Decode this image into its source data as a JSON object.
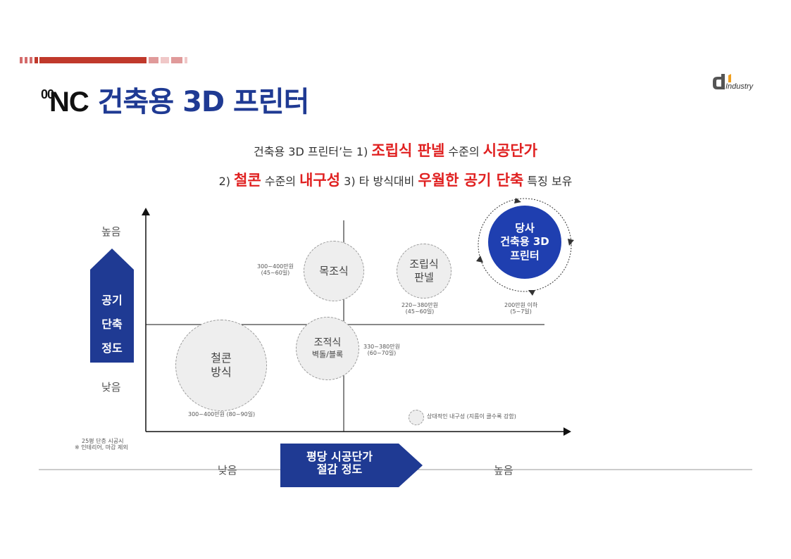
{
  "slide": {
    "title_prefix_sup": "00",
    "title_prefix": "NC",
    "title": "건축용 3D 프린터",
    "logo_text": "Industry",
    "logo_mark": "d1"
  },
  "headline": {
    "line1_prefix": "건축용 3D 프린터’는 1) ",
    "line1_hl1": "조립식 판넬",
    "line1_mid": " 수준의 ",
    "line1_hl2": "시공단가",
    "line2_prefix": "2) ",
    "line2_hl1": "철콘",
    "line2_mid1": " 수준의 ",
    "line2_hl2": "내구성",
    "line2_mid2": " 3) 타 방식대비 ",
    "line2_hl3": "우월한 공기 단축",
    "line2_suffix": " 특징 보유"
  },
  "chart_data": {
    "type": "bubble",
    "y_axis": {
      "high_label": "높음",
      "low_label": "낮음",
      "caption_lines": [
        "공기",
        "단축",
        "정도"
      ]
    },
    "x_axis": {
      "low_label": "낮음",
      "high_label": "높음",
      "caption_line1": "평당 시공단가",
      "caption_line2": "절감 정도"
    },
    "bubbles": [
      {
        "name_lines": [
          "목조식"
        ],
        "price": "300~400만원",
        "period": "(45~60일)",
        "quadrant": "top-left",
        "size": "medium"
      },
      {
        "name_lines": [
          "조립식",
          "판넬"
        ],
        "price": "220~380만원",
        "period": "(45~60일)",
        "quadrant": "top-right",
        "size": "small"
      },
      {
        "name_lines": [
          "당사",
          "건축용 3D",
          "프린터"
        ],
        "price": "200만원 이하",
        "period": "(5~7일)",
        "quadrant": "top-right",
        "size": "large",
        "highlight": true
      },
      {
        "name_lines": [
          "조적식",
          "벽돌/블록"
        ],
        "price": "330~380만원",
        "period": "(60~70일)",
        "quadrant": "center",
        "size": "medium"
      },
      {
        "name_lines": [
          "철콘",
          "방식"
        ],
        "price": "300~400만원",
        "period": "(80~90일)",
        "quadrant": "bottom-left",
        "size": "large"
      }
    ],
    "legend": "상대적인 내구성 (지름이 클수록 강함)",
    "footnote_line1": "25평 단층 시공시",
    "footnote_line2": "※ 인테리어, 마감 제외"
  },
  "colors": {
    "title": "#1f3a93",
    "highlight": "#e02020",
    "accent_blue": "#1f3a93",
    "deco_red": "#c0392b"
  }
}
